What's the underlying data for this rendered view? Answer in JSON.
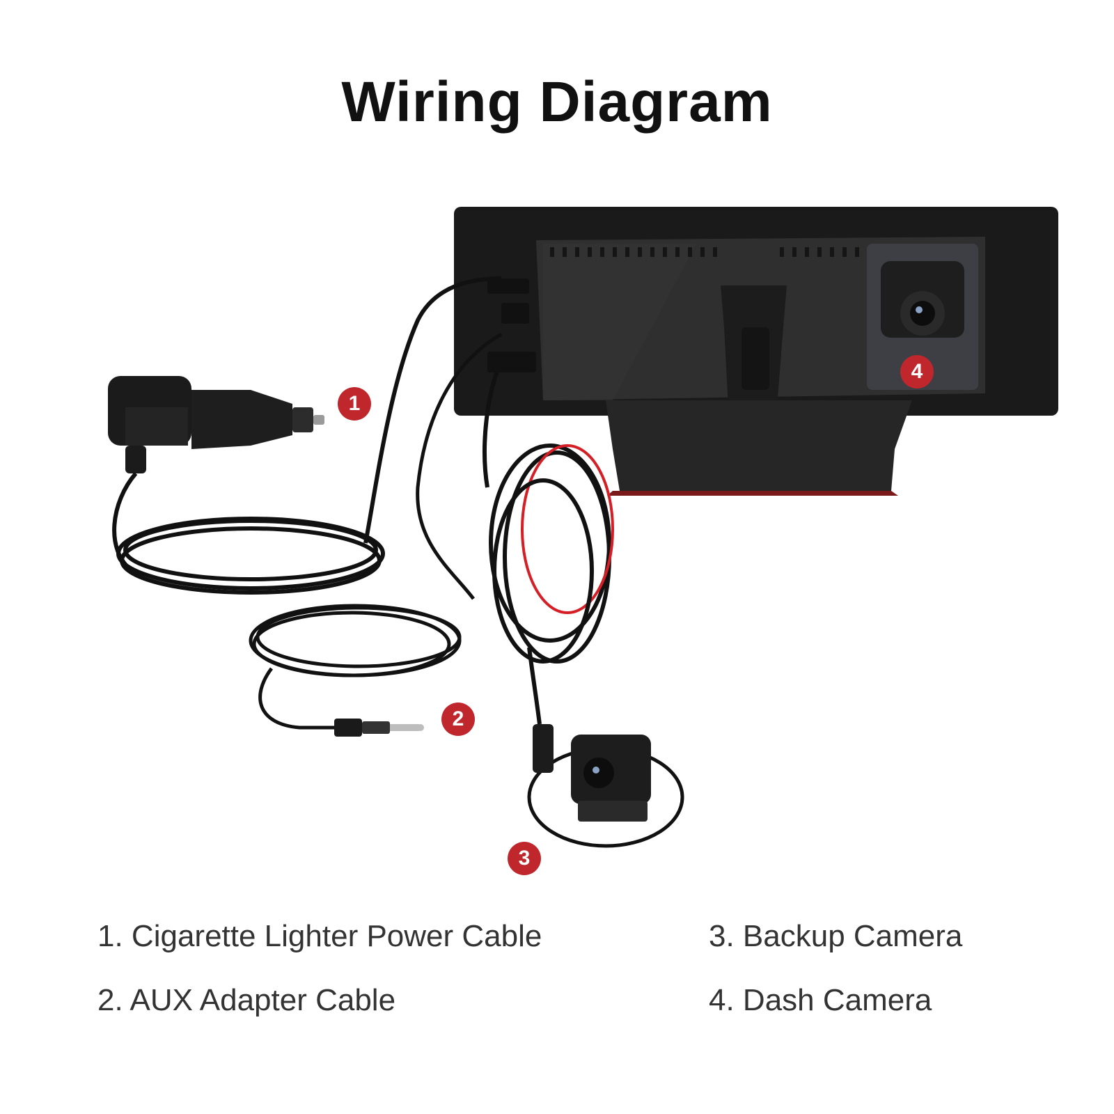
{
  "title": "Wiring Diagram",
  "badges": [
    "1",
    "2",
    "3",
    "4"
  ],
  "legend": [
    "1. Cigarette Lighter Power Cable",
    "2. AUX Adapter Cable",
    "3. Backup Camera",
    "4. Dash Camera"
  ],
  "colors": {
    "badge": "#c0272d",
    "device": "#2b2b2b",
    "cable": "#111111",
    "accent_wire": "#d41f27"
  }
}
